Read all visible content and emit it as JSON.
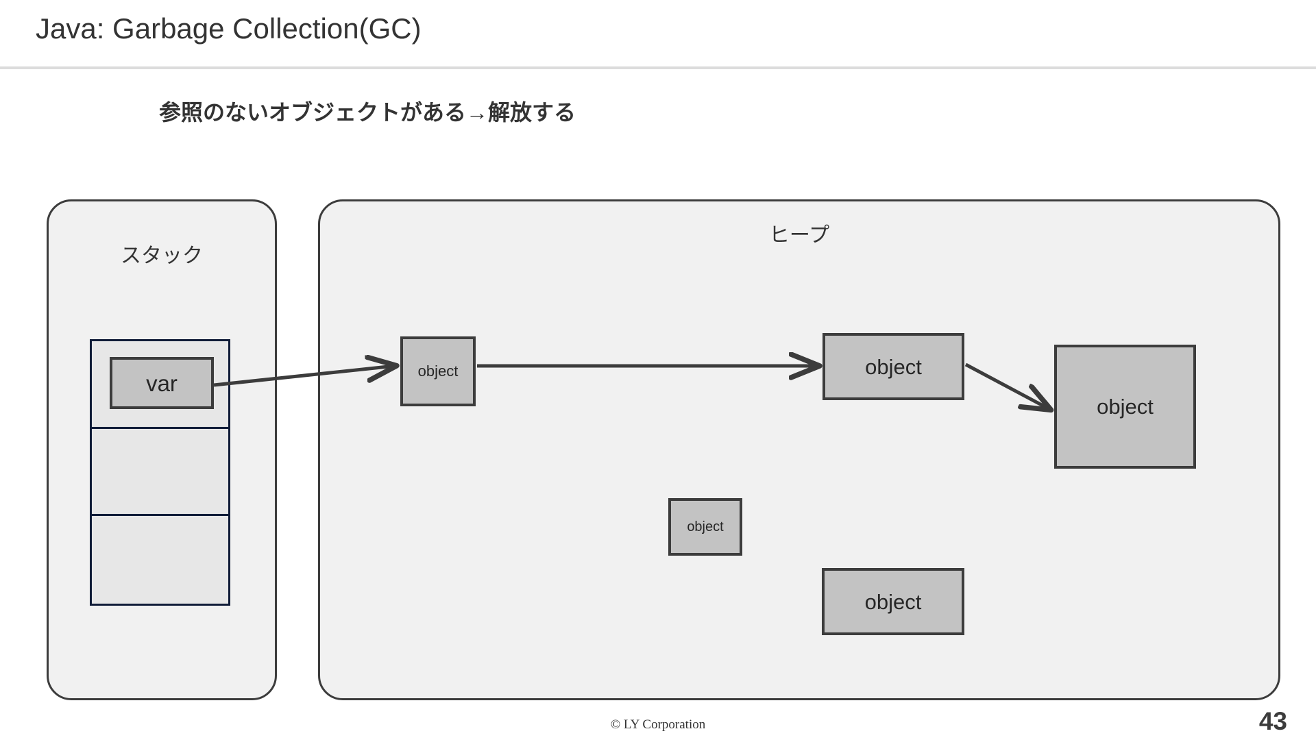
{
  "slide": {
    "title": "Java: Garbage Collection(GC)",
    "subtitle": "参照のないオブジェクトがある→解放する",
    "page_number": "43",
    "footer": "© LY Corporation",
    "colors": {
      "title_text": "#333333",
      "divider": "#dcdcdc",
      "panel_fill": "#f1f1f1",
      "panel_border": "#3c3c3c",
      "stack_frame_border": "#101c38",
      "stack_cell_fill": "#e7e7e7",
      "object_fill": "#c3c3c3",
      "object_border": "#3c3c3c",
      "arrow": "#3c3c3c"
    }
  },
  "diagram": {
    "stack_panel": {
      "label": "スタック",
      "frame_cells": [
        {
          "content": "var",
          "filled": true
        },
        {
          "content": "",
          "filled": false
        },
        {
          "content": "",
          "filled": false
        }
      ]
    },
    "heap_panel": {
      "label": "ヒープ",
      "objects": [
        {
          "id": "obj-a",
          "label": "object",
          "referenced": true
        },
        {
          "id": "obj-b",
          "label": "object",
          "referenced": true
        },
        {
          "id": "obj-c",
          "label": "object",
          "referenced": true
        },
        {
          "id": "obj-d",
          "label": "object",
          "referenced": false
        },
        {
          "id": "obj-e",
          "label": "object",
          "referenced": false
        }
      ]
    },
    "arrows": [
      {
        "from": "var",
        "to": "obj-a"
      },
      {
        "from": "obj-a",
        "to": "obj-b"
      },
      {
        "from": "obj-b",
        "to": "obj-c"
      }
    ]
  }
}
